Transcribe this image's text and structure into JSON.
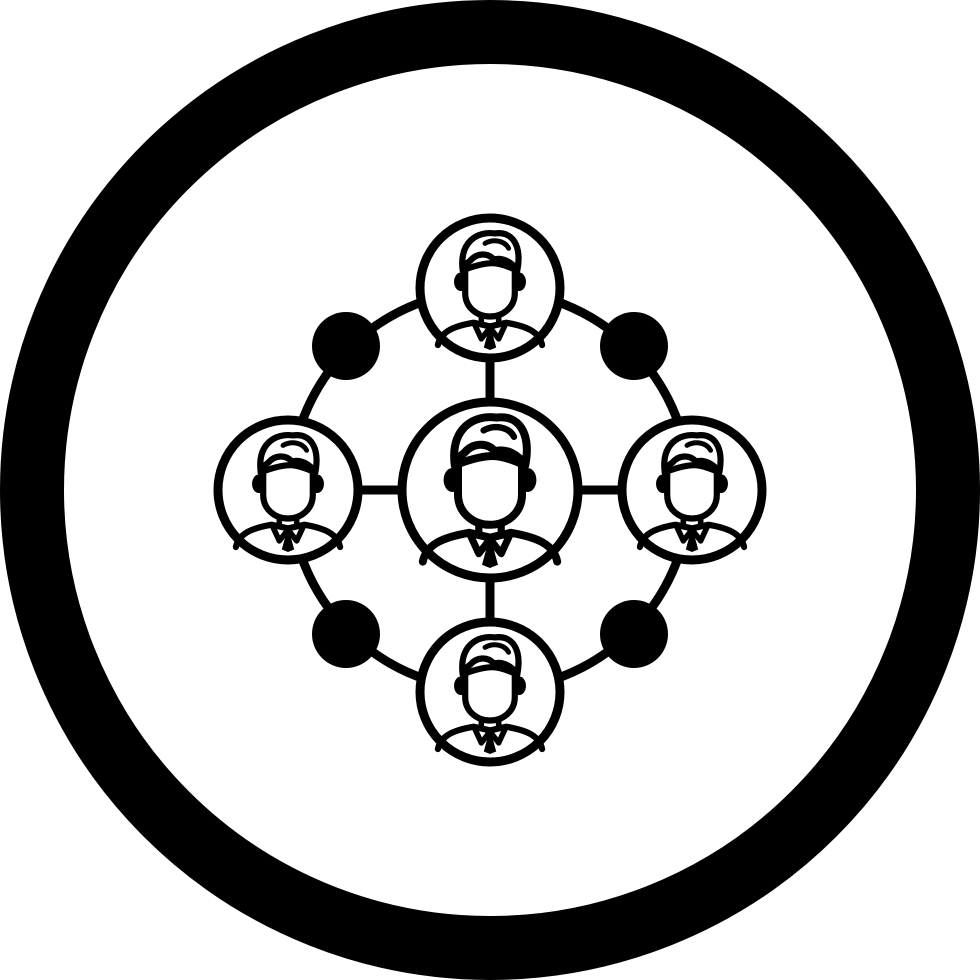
{
  "icon": {
    "name": "team-network-icon",
    "colors": {
      "stroke": "#000000",
      "background": "#ffffff"
    },
    "nodes": [
      {
        "name": "person-center"
      },
      {
        "name": "person-top"
      },
      {
        "name": "person-left"
      },
      {
        "name": "person-right"
      },
      {
        "name": "person-bottom"
      }
    ],
    "connector_dots": [
      {
        "name": "dot-top-left"
      },
      {
        "name": "dot-top-right"
      },
      {
        "name": "dot-bottom-left"
      },
      {
        "name": "dot-bottom-right"
      }
    ]
  }
}
